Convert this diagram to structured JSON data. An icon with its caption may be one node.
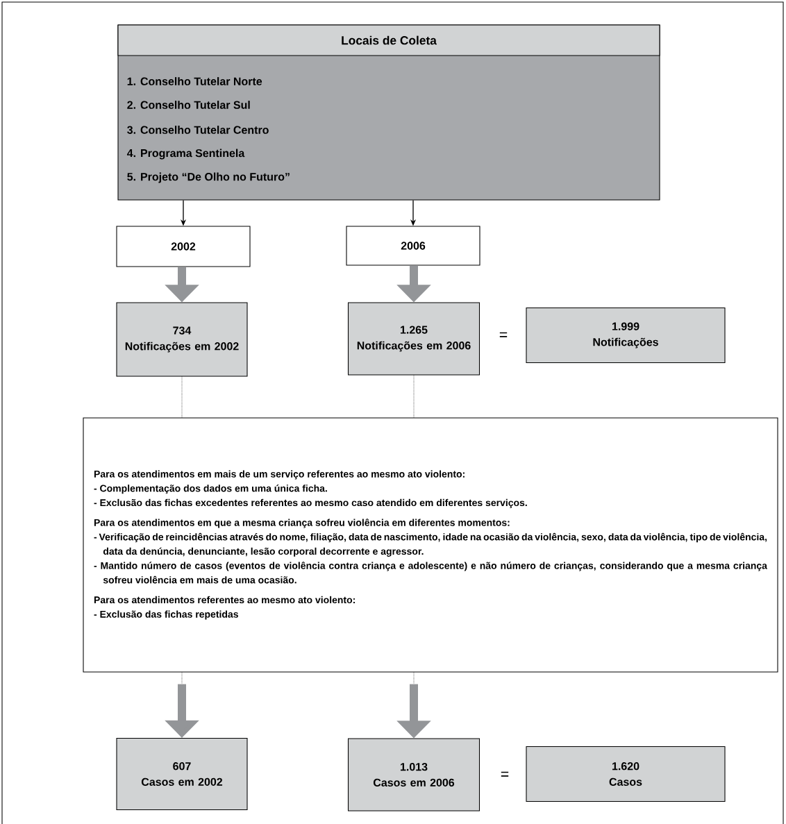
{
  "diagram": {
    "nodes": [
      {
        "text": [
          "Locais de Coleta",
          "1. Conselho Tutelar Norte",
          "2. Conselho Tutelar Sul",
          "3. Conselho Tutelar Centro",
          "4. Programa Sentinela",
          "5. Projeto “De Olho no Futuro”"
        ]
      },
      {
        "text": [
          "2002"
        ]
      },
      {
        "text": [
          "2006"
        ]
      },
      {
        "text": [
          "734",
          "Notificações em 2002"
        ]
      },
      {
        "text": [
          "1.265",
          "Notificações em 2006"
        ]
      },
      {
        "text": [
          "1.999",
          "Notificações"
        ]
      },
      {
        "text": [
          "Para os atendimentos em mais de um serviço referentes ao mesmo ato violento:",
          "- Complementação dos dados em uma única ficha.",
          "- Exclusão das fichas excedentes referentes ao mesmo caso atendido em diferentes serviços.",
          "Para os atendimentos em que a mesma criança sofreu violência em diferentes momentos:",
          "- Verificação de reincidências através do nome, filiação, data de nascimento, idade na ocasião da violência, sexo, data da violência, tipo de violência, data da denúncia, denunciante, lesão corporal decorrente e agressor.",
          "- Mantido número de casos (eventos de violência contra criança e adolescente) e não número de crianças, considerando que a mesma criança sofreu violência em mais de uma ocasião.",
          "Para os atendimentos referentes ao mesmo ato violento:",
          "- Exclusão das fichas repetidas"
        ]
      },
      {
        "text": [
          "607",
          "Casos em 2002"
        ]
      },
      {
        "text": [
          "1.013",
          "Casos em 2006"
        ]
      },
      {
        "text": [
          "1.620",
          "Casos"
        ]
      }
    ],
    "edges": [
      {
        "from": 0,
        "to": 1,
        "arrow": "to"
      },
      {
        "from": 0,
        "to": 2,
        "arrow": "to"
      },
      {
        "from": 1,
        "to": 3,
        "arrow": "to",
        "style": "thick",
        "color": "#939598"
      },
      {
        "from": 2,
        "to": 4,
        "arrow": "to",
        "style": "thick",
        "color": "#939598"
      },
      {
        "from": 3,
        "to": 6,
        "arrow": "none",
        "style": "dashed"
      },
      {
        "from": 4,
        "to": 6,
        "arrow": "none",
        "style": "dashed"
      },
      {
        "from": 6,
        "to": 7,
        "arrow": "to",
        "style": "thick",
        "color": "#939598"
      },
      {
        "from": 6,
        "to": 8,
        "arrow": "to",
        "style": "thick",
        "color": "#939598"
      }
    ],
    "labels": [
      "=",
      "="
    ]
  }
}
